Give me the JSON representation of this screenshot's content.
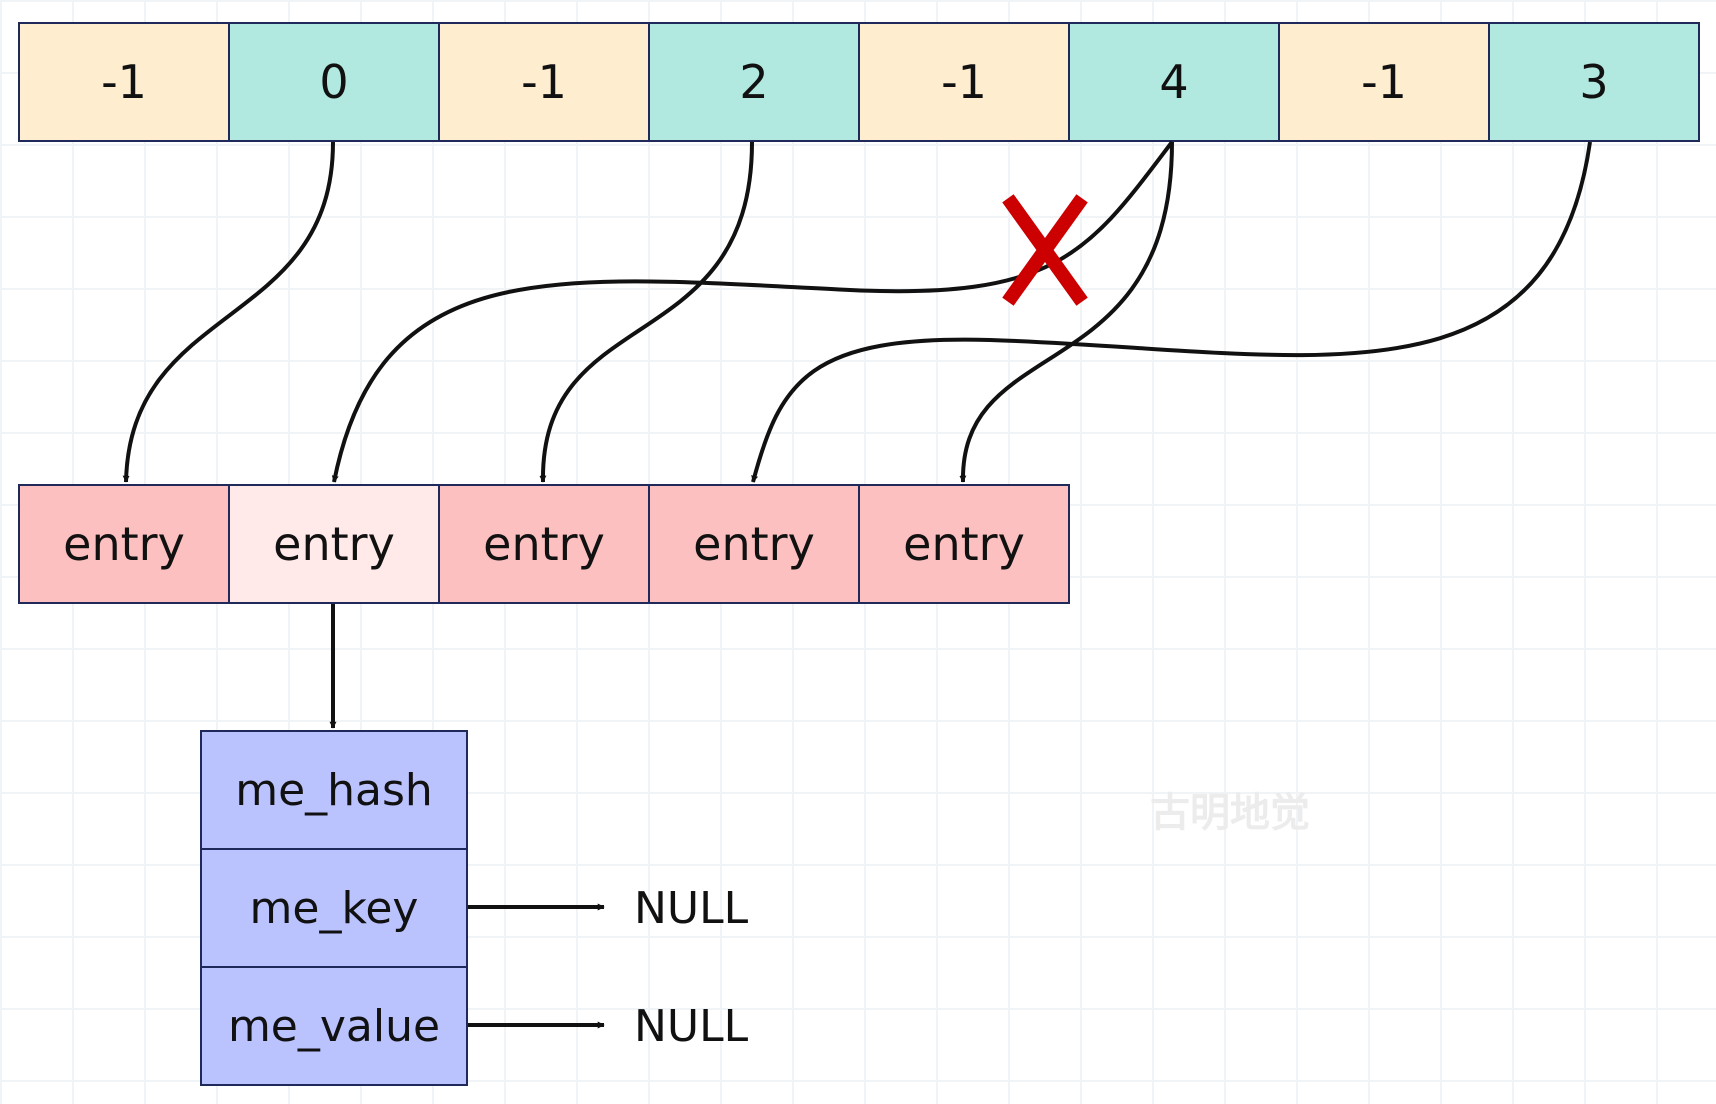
{
  "indices": [
    {
      "label": "-1",
      "state": "empty"
    },
    {
      "label": "0",
      "state": "used"
    },
    {
      "label": "-1",
      "state": "empty"
    },
    {
      "label": "2",
      "state": "used"
    },
    {
      "label": "-1",
      "state": "empty"
    },
    {
      "label": "4",
      "state": "used"
    },
    {
      "label": "-1",
      "state": "empty"
    },
    {
      "label": "3",
      "state": "used"
    }
  ],
  "entries": [
    {
      "label": "entry"
    },
    {
      "label": "entry",
      "highlighted": true
    },
    {
      "label": "entry"
    },
    {
      "label": "entry"
    },
    {
      "label": "entry"
    }
  ],
  "entry_fields": {
    "hash": "me_hash",
    "key": "me_key",
    "value": "me_value"
  },
  "null_key": "NULL",
  "null_value": "NULL",
  "watermark": "古明地觉",
  "colors": {
    "empty_slot": "#ffedd0",
    "used_slot": "#b1e8df",
    "entry": "#fdc0c0",
    "entry_highlighted": "#ffe9e9",
    "field": "#bbc3ff",
    "border": "#1f2a5a",
    "cross_mark": "#cc0000"
  }
}
